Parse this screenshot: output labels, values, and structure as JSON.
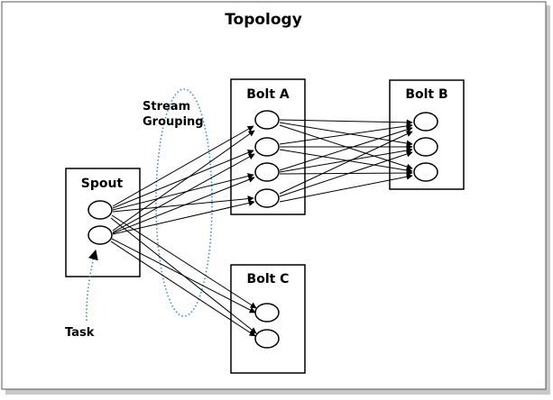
{
  "title": "Topology",
  "spout": {
    "label": "Spout"
  },
  "bolt_a": {
    "label": "Bolt A"
  },
  "bolt_b": {
    "label": "Bolt B"
  },
  "bolt_c": {
    "label": "Bolt C"
  },
  "stream_grouping": {
    "line1": "Stream",
    "line2": "Grouping"
  },
  "task": {
    "label": "Task"
  },
  "colors": {
    "stroke": "#000000",
    "dotted_accent": "#3a8fd9",
    "frame_shadow": "#9a9a9a"
  }
}
